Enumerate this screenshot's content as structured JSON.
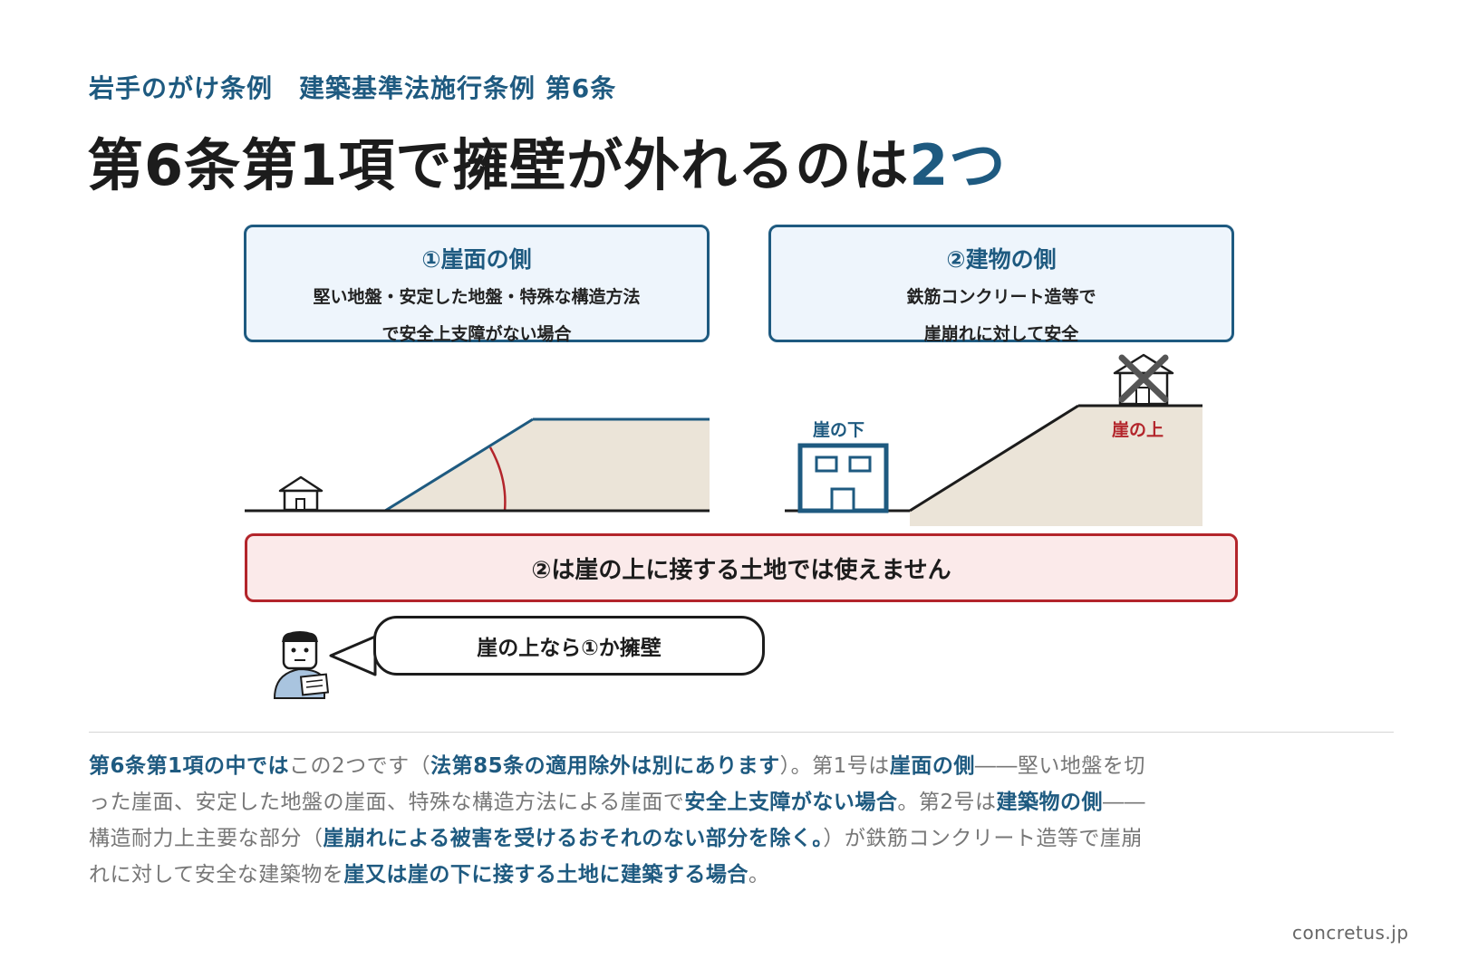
{
  "header": {
    "subtitle": "岩手のがけ条例　建築基準法施行条例 第6条",
    "title_main": "第6条第1項で擁壁が外れるのは",
    "title_accent": "2つ"
  },
  "cards": [
    {
      "title": "①崖面の側",
      "line1": "堅い地盤・安定した地盤・特殊な構造方法",
      "line2": "で安全上支障がない場合"
    },
    {
      "title": "②建物の側",
      "line1": "鉄筋コンクリート造等で",
      "line2": "崖崩れに対して安全"
    }
  ],
  "diagram": {
    "label_below": "崖の下",
    "label_above": "崖の上"
  },
  "warning": "②は崖の上に接する土地では使えません",
  "speech": "崖の上なら①か擁壁",
  "body": {
    "p1": "第6条第1項の中では",
    "p2": "この2つです（",
    "p3": "法第85条の適用除外は別にあります",
    "p4": "）。第1号は",
    "p5": "崖面の側",
    "p6": "――堅い地盤を切った崖面、安定した地盤の崖面、特殊な構造方法による崖面で",
    "p7": "安全上支障がない場合",
    "p8": "。第2号は",
    "p9": "建築物の側",
    "p10": "――構造耐力上主要な部分（",
    "p11": "崖崩れによる被害を受けるおそれのない部分を除く。",
    "p12": "）が鉄筋コンクリート造等で崖崩れに対して安全な建築物を",
    "p13": "崖又は崖の下に接する土地に建築する場合",
    "p14": "。"
  },
  "source": "concretus.jp",
  "colors": {
    "accent": "#1e5a80",
    "warning": "#b3252b",
    "soil": "#ebe4d8"
  }
}
